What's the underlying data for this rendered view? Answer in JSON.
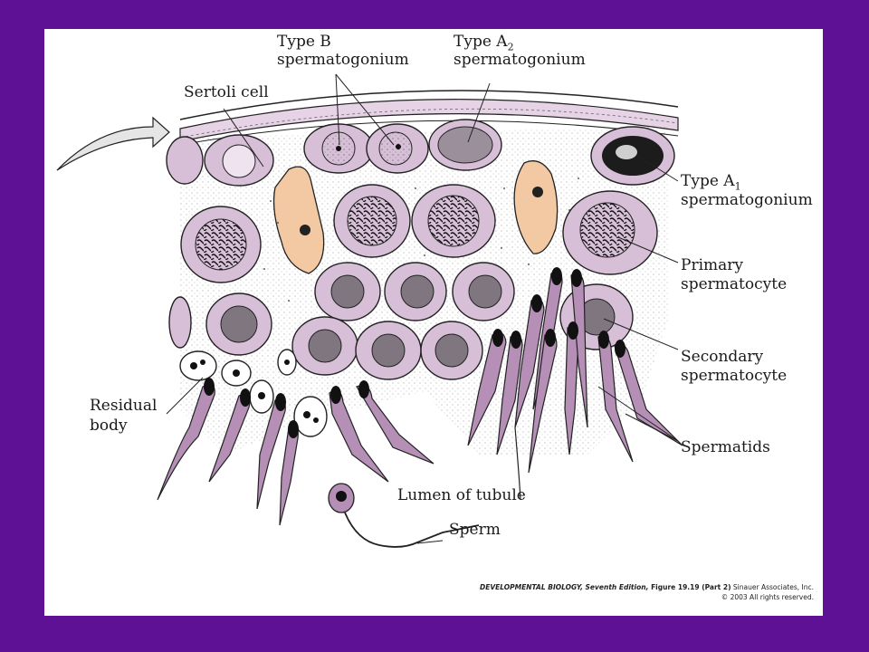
{
  "labels": {
    "sertoli": "Sertoli cell",
    "type_b_line1": "Type B",
    "type_b_line2": "spermatogonium",
    "type_a2_main": "Type A",
    "type_a2_sub": "2",
    "type_a2_line2": "spermatogonium",
    "type_a1_main": "Type A",
    "type_a1_sub": "1",
    "type_a1_line2": "spermatogonium",
    "primary_line1": "Primary",
    "primary_line2": "spermatocyte",
    "secondary_line1": "Secondary",
    "secondary_line2": "spermatocyte",
    "spermatids": "Spermatids",
    "residual_line1": "Residual",
    "residual_line2": "body",
    "lumen": "Lumen of tubule",
    "sperm": "Sperm"
  },
  "credit": {
    "book": "DEVELOPMENTAL BIOLOGY, Seventh Edition,",
    "figure": "Figure 19.19 (Part 2)",
    "publisher": "Sinauer Associates, Inc.",
    "copyright": "© 2003 All rights reserved."
  },
  "colors": {
    "frame": "#5f1196",
    "cell_fill": "#d8bfd8",
    "sertoli_fill": "#f2c9a3",
    "cytoplasm": "#f5eef5",
    "ink": "#1a1a1a"
  }
}
